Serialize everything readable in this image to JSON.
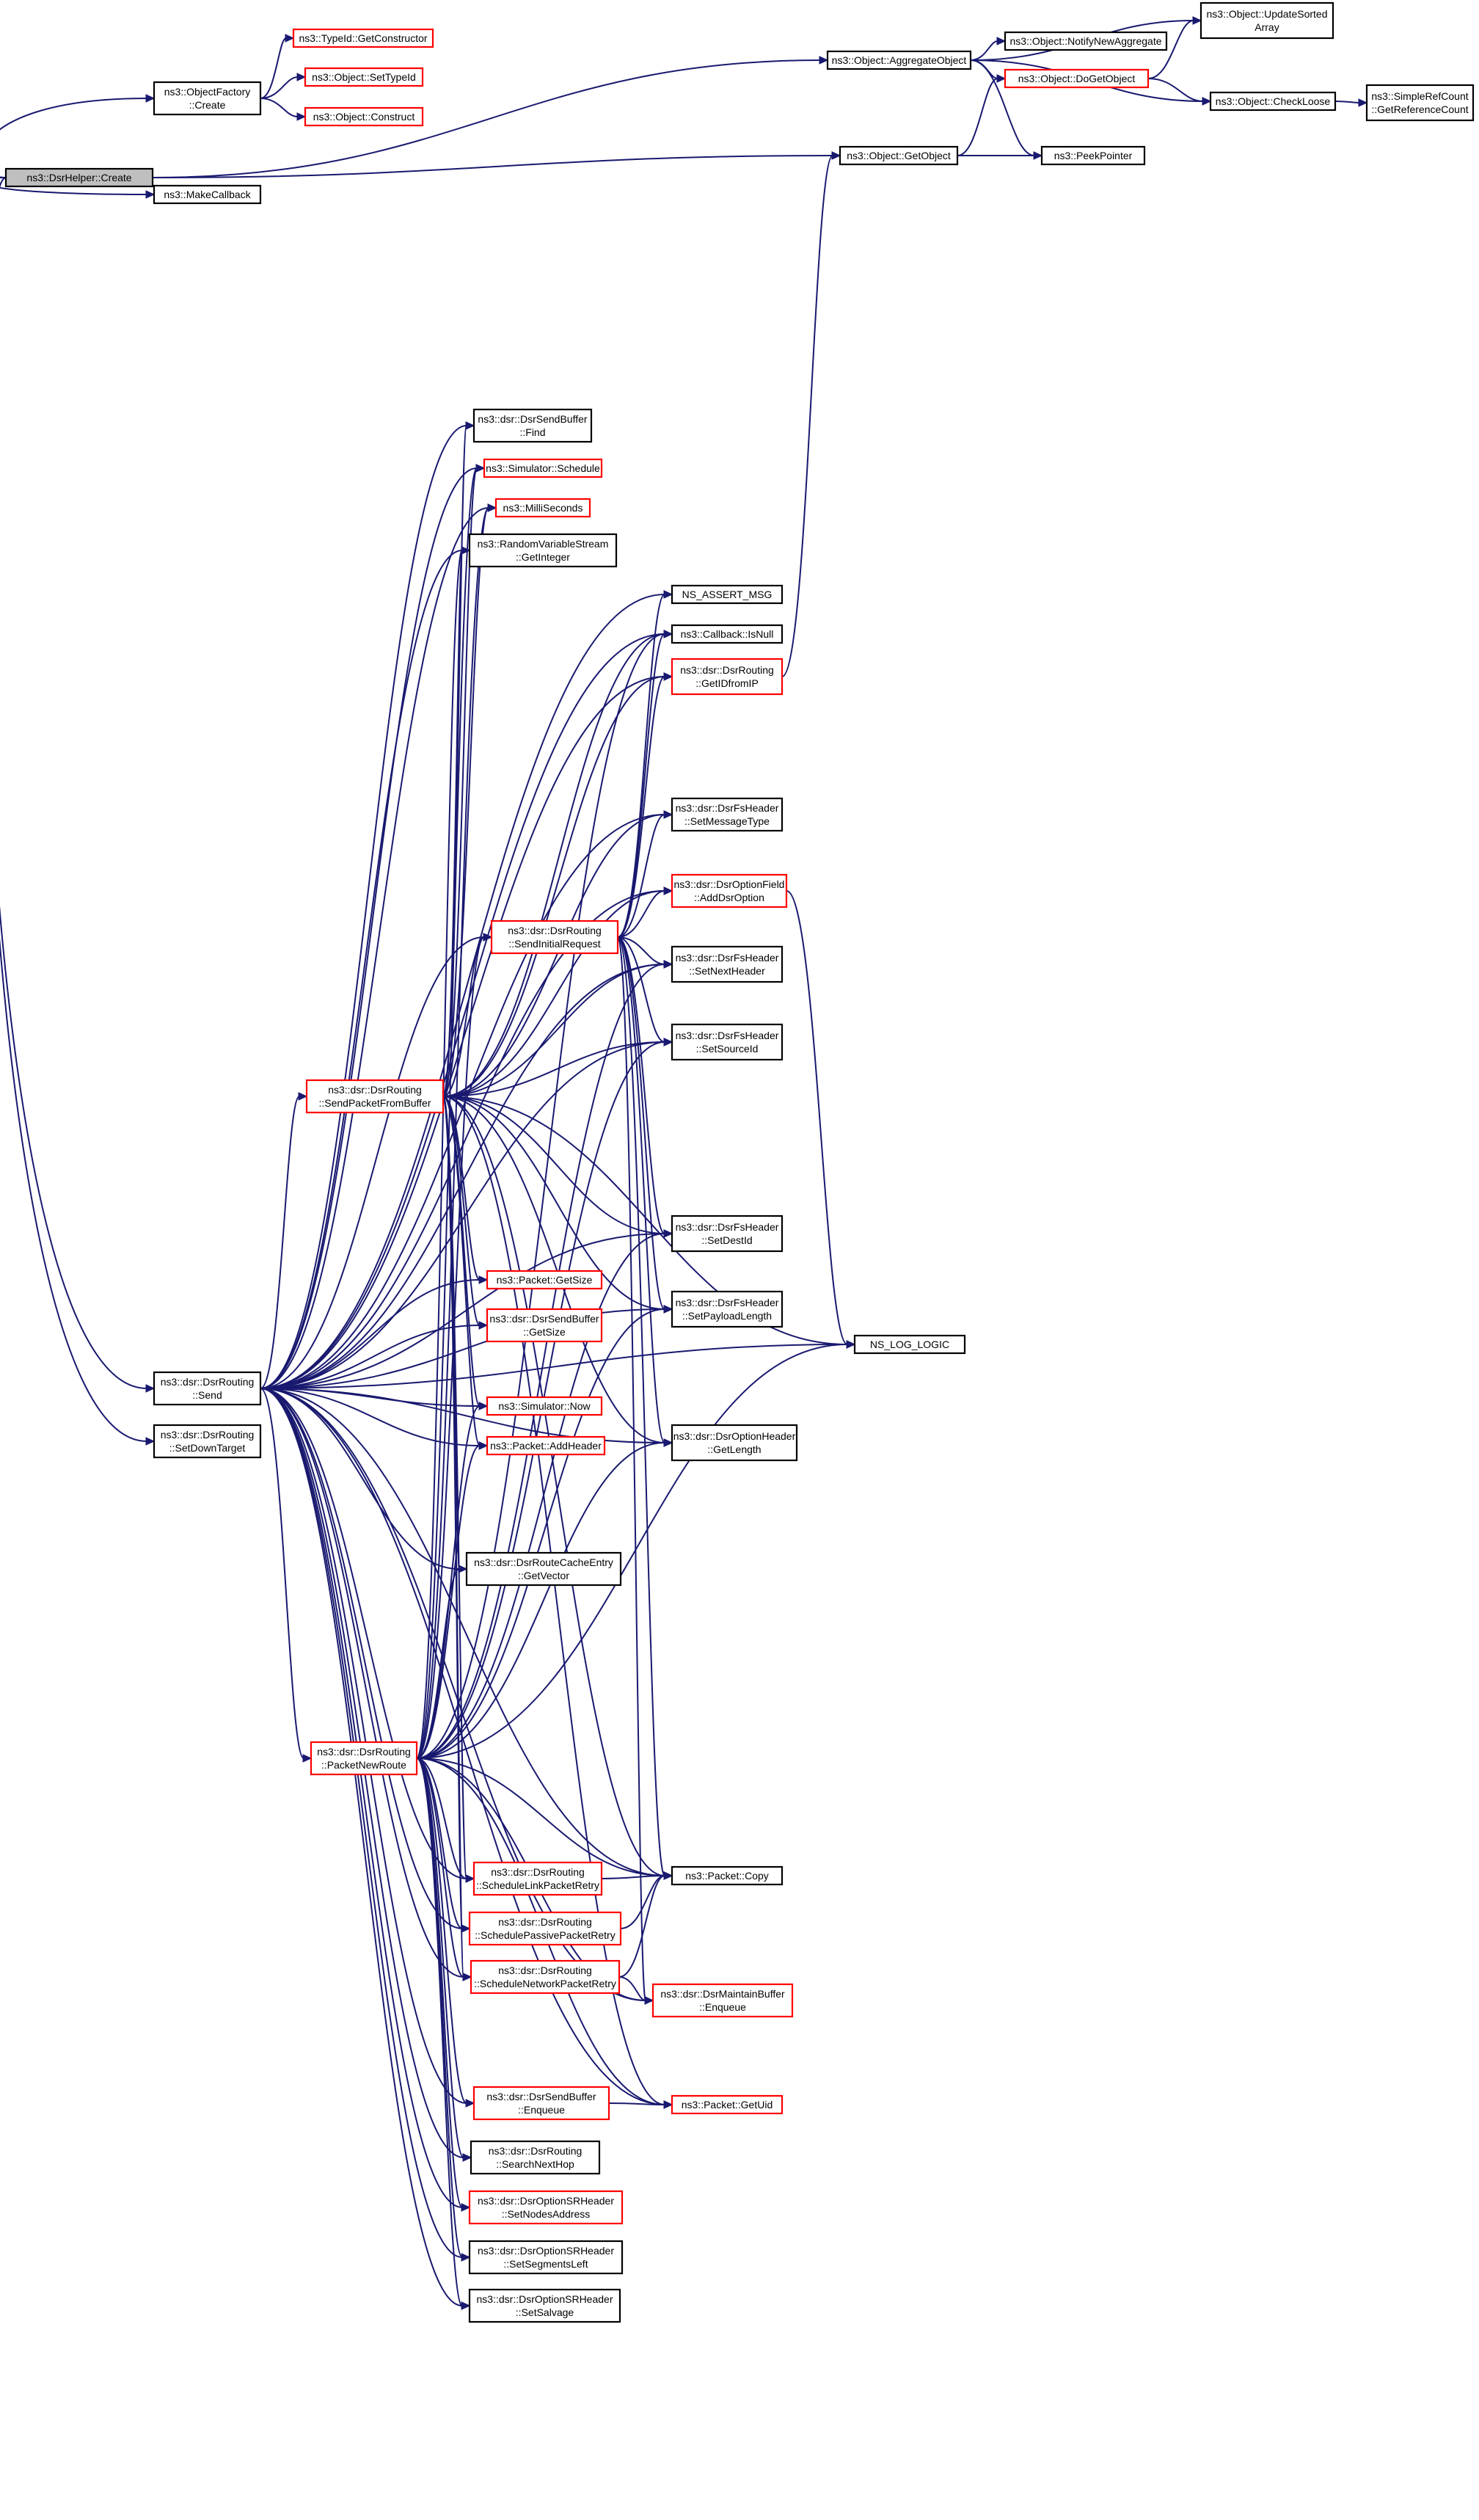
{
  "colors": {
    "edge": "#191970",
    "normal_border": "#000000",
    "truncated_border": "#ff0000",
    "root_fill": "#bfbfbf",
    "fill": "#ffffff"
  },
  "nodes": [
    {
      "id": "root",
      "lines": [
        "ns3::DsrHelper::Create"
      ],
      "kind": "root"
    },
    {
      "id": "objfactory",
      "lines": [
        "ns3::ObjectFactory",
        "::Create"
      ],
      "kind": "normal"
    },
    {
      "id": "typeid",
      "lines": [
        "ns3::TypeId::GetConstructor"
      ],
      "kind": "red"
    },
    {
      "id": "settypeid",
      "lines": [
        "ns3::Object::SetTypeId"
      ],
      "kind": "red"
    },
    {
      "id": "construct",
      "lines": [
        "ns3::Object::Construct"
      ],
      "kind": "red"
    },
    {
      "id": "makecallback",
      "lines": [
        "ns3::MakeCallback"
      ],
      "kind": "normal"
    },
    {
      "id": "aggregate",
      "lines": [
        "ns3::Object::AggregateObject"
      ],
      "kind": "normal"
    },
    {
      "id": "notify",
      "lines": [
        "ns3::Object::NotifyNewAggregate"
      ],
      "kind": "normal"
    },
    {
      "id": "dogetobject",
      "lines": [
        "ns3::Object::DoGetObject"
      ],
      "kind": "red"
    },
    {
      "id": "updatesorted",
      "lines": [
        "ns3::Object::UpdateSorted",
        "Array"
      ],
      "kind": "normal"
    },
    {
      "id": "checkloose",
      "lines": [
        "ns3::Object::CheckLoose"
      ],
      "kind": "normal"
    },
    {
      "id": "simplerefcount",
      "lines": [
        "ns3::SimpleRefCount",
        "::GetReferenceCount"
      ],
      "kind": "normal"
    },
    {
      "id": "getobject",
      "lines": [
        "ns3::Object::GetObject"
      ],
      "kind": "normal"
    },
    {
      "id": "peekpointer",
      "lines": [
        "ns3::PeekPointer"
      ],
      "kind": "normal"
    },
    {
      "id": "sbfind",
      "lines": [
        "ns3::dsr::DsrSendBuffer",
        "::Find"
      ],
      "kind": "normal"
    },
    {
      "id": "schedule",
      "lines": [
        "ns3::Simulator::Schedule"
      ],
      "kind": "red"
    },
    {
      "id": "milliseconds",
      "lines": [
        "ns3::MilliSeconds"
      ],
      "kind": "red"
    },
    {
      "id": "getinteger",
      "lines": [
        "ns3::RandomVariableStream",
        "::GetInteger"
      ],
      "kind": "normal"
    },
    {
      "id": "assertmsg",
      "lines": [
        "NS_ASSERT_MSG"
      ],
      "kind": "normal"
    },
    {
      "id": "isnull",
      "lines": [
        "ns3::Callback::IsNull"
      ],
      "kind": "normal"
    },
    {
      "id": "getidfromip",
      "lines": [
        "ns3::dsr::DsrRouting",
        "::GetIDfromIP"
      ],
      "kind": "red"
    },
    {
      "id": "setmessagetype",
      "lines": [
        "ns3::dsr::DsrFsHeader",
        "::SetMessageType"
      ],
      "kind": "normal"
    },
    {
      "id": "adddsroption",
      "lines": [
        "ns3::dsr::DsrOptionField",
        "::AddDsrOption"
      ],
      "kind": "red"
    },
    {
      "id": "sendinitial",
      "lines": [
        "ns3::dsr::DsrRouting",
        "::SendInitialRequest"
      ],
      "kind": "red"
    },
    {
      "id": "setnextheader",
      "lines": [
        "ns3::dsr::DsrFsHeader",
        "::SetNextHeader"
      ],
      "kind": "normal"
    },
    {
      "id": "setsourceid",
      "lines": [
        "ns3::dsr::DsrFsHeader",
        "::SetSourceId"
      ],
      "kind": "normal"
    },
    {
      "id": "sendfrombuffer",
      "lines": [
        "ns3::dsr::DsrRouting",
        "::SendPacketFromBuffer"
      ],
      "kind": "red"
    },
    {
      "id": "setdestid",
      "lines": [
        "ns3::dsr::DsrFsHeader",
        "::SetDestId"
      ],
      "kind": "normal"
    },
    {
      "id": "setpayload",
      "lines": [
        "ns3::dsr::DsrFsHeader",
        "::SetPayloadLength"
      ],
      "kind": "normal"
    },
    {
      "id": "pktgetsize",
      "lines": [
        "ns3::Packet::GetSize"
      ],
      "kind": "red"
    },
    {
      "id": "sbgetsize",
      "lines": [
        "ns3::dsr::DsrSendBuffer",
        "::GetSize"
      ],
      "kind": "red"
    },
    {
      "id": "loglogic",
      "lines": [
        "NS_LOG_LOGIC"
      ],
      "kind": "normal"
    },
    {
      "id": "send",
      "lines": [
        "ns3::dsr::DsrRouting",
        "::Send"
      ],
      "kind": "normal"
    },
    {
      "id": "simnow",
      "lines": [
        "ns3::Simulator::Now"
      ],
      "kind": "red"
    },
    {
      "id": "addheader",
      "lines": [
        "ns3::Packet::AddHeader"
      ],
      "kind": "red"
    },
    {
      "id": "setdowntarget",
      "lines": [
        "ns3::dsr::DsrRouting",
        "::SetDownTarget"
      ],
      "kind": "normal"
    },
    {
      "id": "optgetlength",
      "lines": [
        "ns3::dsr::DsrOptionHeader",
        "::GetLength"
      ],
      "kind": "normal"
    },
    {
      "id": "getvector",
      "lines": [
        "ns3::dsr::DsrRouteCacheEntry",
        "::GetVector"
      ],
      "kind": "normal"
    },
    {
      "id": "packetnewroute",
      "lines": [
        "ns3::dsr::DsrRouting",
        "::PacketNewRoute"
      ],
      "kind": "red"
    },
    {
      "id": "schedlink",
      "lines": [
        "ns3::dsr::DsrRouting",
        "::ScheduleLinkPacketRetry"
      ],
      "kind": "red"
    },
    {
      "id": "pktcopy",
      "lines": [
        "ns3::Packet::Copy"
      ],
      "kind": "normal"
    },
    {
      "id": "schedpassive",
      "lines": [
        "ns3::dsr::DsrRouting",
        "::SchedulePassivePacketRetry"
      ],
      "kind": "red"
    },
    {
      "id": "schednetwork",
      "lines": [
        "ns3::dsr::DsrRouting",
        "::ScheduleNetworkPacketRetry"
      ],
      "kind": "red"
    },
    {
      "id": "mbenqueue",
      "lines": [
        "ns3::dsr::DsrMaintainBuffer",
        "::Enqueue"
      ],
      "kind": "red"
    },
    {
      "id": "sbenqueue",
      "lines": [
        "ns3::dsr::DsrSendBuffer",
        "::Enqueue"
      ],
      "kind": "red"
    },
    {
      "id": "getuid",
      "lines": [
        "ns3::Packet::GetUid"
      ],
      "kind": "red"
    },
    {
      "id": "searchnexthop",
      "lines": [
        "ns3::dsr::DsrRouting",
        "::SearchNextHop"
      ],
      "kind": "normal"
    },
    {
      "id": "setnodes",
      "lines": [
        "ns3::dsr::DsrOptionSRHeader",
        "::SetNodesAddress"
      ],
      "kind": "red"
    },
    {
      "id": "setsegments",
      "lines": [
        "ns3::dsr::DsrOptionSRHeader",
        "::SetSegmentsLeft"
      ],
      "kind": "normal"
    },
    {
      "id": "setsalvage",
      "lines": [
        "ns3::dsr::DsrOptionSRHeader",
        "::SetSalvage"
      ],
      "kind": "normal"
    }
  ],
  "edges": [
    [
      "root",
      "objfactory"
    ],
    [
      "root",
      "makecallback"
    ],
    [
      "root",
      "aggregate"
    ],
    [
      "root",
      "getobject"
    ],
    [
      "root",
      "send"
    ],
    [
      "root",
      "setdowntarget"
    ],
    [
      "objfactory",
      "typeid"
    ],
    [
      "objfactory",
      "settypeid"
    ],
    [
      "objfactory",
      "construct"
    ],
    [
      "aggregate",
      "notify"
    ],
    [
      "aggregate",
      "dogetobject"
    ],
    [
      "aggregate",
      "updatesorted"
    ],
    [
      "aggregate",
      "checkloose"
    ],
    [
      "aggregate",
      "peekpointer"
    ],
    [
      "dogetobject",
      "updatesorted"
    ],
    [
      "dogetobject",
      "checkloose"
    ],
    [
      "checkloose",
      "simplerefcount"
    ],
    [
      "getobject",
      "dogetobject"
    ],
    [
      "getobject",
      "peekpointer"
    ],
    [
      "getidfromip",
      "getobject"
    ],
    [
      "send",
      "sbfind"
    ],
    [
      "send",
      "schedule"
    ],
    [
      "send",
      "milliseconds"
    ],
    [
      "send",
      "getinteger"
    ],
    [
      "send",
      "assertmsg"
    ],
    [
      "send",
      "isnull"
    ],
    [
      "send",
      "getidfromip"
    ],
    [
      "send",
      "setmessagetype"
    ],
    [
      "send",
      "adddsroption"
    ],
    [
      "send",
      "sendinitial"
    ],
    [
      "send",
      "setnextheader"
    ],
    [
      "send",
      "setsourceid"
    ],
    [
      "send",
      "sendfrombuffer"
    ],
    [
      "send",
      "setdestid"
    ],
    [
      "send",
      "setpayload"
    ],
    [
      "send",
      "pktgetsize"
    ],
    [
      "send",
      "sbgetsize"
    ],
    [
      "send",
      "loglogic"
    ],
    [
      "send",
      "simnow"
    ],
    [
      "send",
      "addheader"
    ],
    [
      "send",
      "optgetlength"
    ],
    [
      "send",
      "getvector"
    ],
    [
      "send",
      "packetnewroute"
    ],
    [
      "send",
      "schedlink"
    ],
    [
      "send",
      "schedpassive"
    ],
    [
      "send",
      "schednetwork"
    ],
    [
      "send",
      "mbenqueue"
    ],
    [
      "send",
      "sbenqueue"
    ],
    [
      "send",
      "getuid"
    ],
    [
      "send",
      "searchnexthop"
    ],
    [
      "send",
      "setnodes"
    ],
    [
      "send",
      "setsegments"
    ],
    [
      "send",
      "setsalvage"
    ],
    [
      "send",
      "pktcopy"
    ],
    [
      "sendinitial",
      "assertmsg"
    ],
    [
      "sendinitial",
      "isnull"
    ],
    [
      "sendinitial",
      "getidfromip"
    ],
    [
      "sendinitial",
      "setmessagetype"
    ],
    [
      "sendinitial",
      "adddsroption"
    ],
    [
      "sendinitial",
      "setnextheader"
    ],
    [
      "sendinitial",
      "setsourceid"
    ],
    [
      "sendinitial",
      "setdestid"
    ],
    [
      "sendinitial",
      "setpayload"
    ],
    [
      "sendinitial",
      "optgetlength"
    ],
    [
      "sendinitial",
      "pktcopy"
    ],
    [
      "sendinitial",
      "mbenqueue"
    ],
    [
      "sendfrombuffer",
      "sbfind"
    ],
    [
      "sendfrombuffer",
      "schedule"
    ],
    [
      "sendfrombuffer",
      "milliseconds"
    ],
    [
      "sendfrombuffer",
      "getinteger"
    ],
    [
      "sendfrombuffer",
      "isnull"
    ],
    [
      "sendfrombuffer",
      "getidfromip"
    ],
    [
      "sendfrombuffer",
      "setmessagetype"
    ],
    [
      "sendfrombuffer",
      "adddsroption"
    ],
    [
      "sendfrombuffer",
      "sendinitial"
    ],
    [
      "sendfrombuffer",
      "setnextheader"
    ],
    [
      "sendfrombuffer",
      "setsourceid"
    ],
    [
      "sendfrombuffer",
      "setdestid"
    ],
    [
      "sendfrombuffer",
      "setpayload"
    ],
    [
      "sendfrombuffer",
      "pktgetsize"
    ],
    [
      "sendfrombuffer",
      "sbgetsize"
    ],
    [
      "sendfrombuffer",
      "loglogic"
    ],
    [
      "sendfrombuffer",
      "simnow"
    ],
    [
      "sendfrombuffer",
      "addheader"
    ],
    [
      "sendfrombuffer",
      "optgetlength"
    ],
    [
      "sendfrombuffer",
      "getvector"
    ],
    [
      "sendfrombuffer",
      "schedlink"
    ],
    [
      "sendfrombuffer",
      "schedpassive"
    ],
    [
      "sendfrombuffer",
      "schednetwork"
    ],
    [
      "sendfrombuffer",
      "pktcopy"
    ],
    [
      "sendfrombuffer",
      "getuid"
    ],
    [
      "packetnewroute",
      "schedule"
    ],
    [
      "packetnewroute",
      "milliseconds"
    ],
    [
      "packetnewroute",
      "getinteger"
    ],
    [
      "packetnewroute",
      "isnull"
    ],
    [
      "packetnewroute",
      "sendinitial"
    ],
    [
      "packetnewroute",
      "setnextheader"
    ],
    [
      "packetnewroute",
      "setsourceid"
    ],
    [
      "packetnewroute",
      "setdestid"
    ],
    [
      "packetnewroute",
      "setpayload"
    ],
    [
      "packetnewroute",
      "simnow"
    ],
    [
      "packetnewroute",
      "addheader"
    ],
    [
      "packetnewroute",
      "optgetlength"
    ],
    [
      "packetnewroute",
      "getvector"
    ],
    [
      "packetnewroute",
      "loglogic"
    ],
    [
      "packetnewroute",
      "schedlink"
    ],
    [
      "packetnewroute",
      "pktcopy"
    ],
    [
      "packetnewroute",
      "schedpassive"
    ],
    [
      "packetnewroute",
      "schednetwork"
    ],
    [
      "packetnewroute",
      "mbenqueue"
    ],
    [
      "packetnewroute",
      "sbenqueue"
    ],
    [
      "packetnewroute",
      "getuid"
    ],
    [
      "packetnewroute",
      "searchnexthop"
    ],
    [
      "packetnewroute",
      "setnodes"
    ],
    [
      "packetnewroute",
      "setsegments"
    ],
    [
      "packetnewroute",
      "setsalvage"
    ],
    [
      "schedlink",
      "pktcopy"
    ],
    [
      "schedpassive",
      "pktcopy"
    ],
    [
      "schednetwork",
      "pktcopy"
    ],
    [
      "schednetwork",
      "mbenqueue"
    ],
    [
      "sbenqueue",
      "getuid"
    ],
    [
      "adddsroption",
      "loglogic"
    ]
  ]
}
